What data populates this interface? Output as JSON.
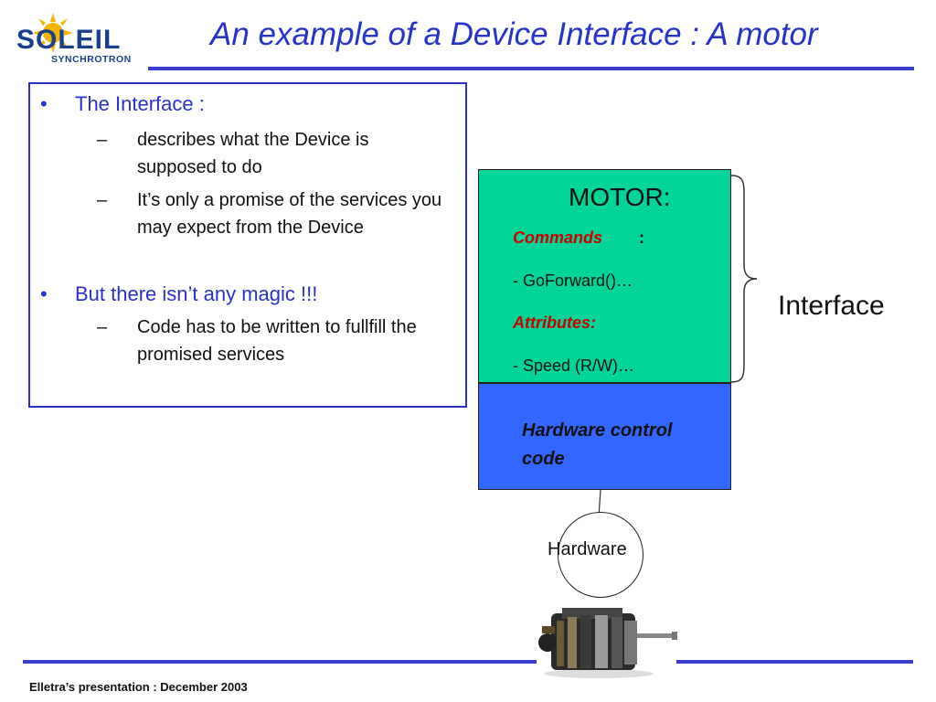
{
  "logo": {
    "word": "SOLEIL",
    "subtitle": "SYNCHROTRON",
    "icon": "sun-icon"
  },
  "title": "An example of a Device Interface : A motor",
  "bullets": {
    "first": "The Interface :",
    "first_sub": [
      "describes what the Device is supposed to do",
      "It’s only a promise of the services you may expect from the Device"
    ],
    "second": "But  there isn’t any magic !!!",
    "second_sub": [
      "Code has to be written to fullfill the promised services"
    ],
    "bullet_glyph": "•",
    "dash_glyph": "–"
  },
  "diagram": {
    "motor_title": "MOTOR:",
    "commands_label": "Commands",
    "commands_colon": ":",
    "command_item": "- GoForward()…",
    "attributes_label": "Attributes:",
    "attribute_item": "- Speed (R/W)…",
    "hardware_code": "Hardware control code",
    "interface_label": "Interface",
    "hardware_label": "Hardware"
  },
  "footer": "Elletra’s presentation : December 2003",
  "colors": {
    "title": "#2733c9",
    "rule": "#3b3fd1",
    "interface_box": "#00d497",
    "hardware_box": "#3366ff",
    "red_label": "#cc0000"
  }
}
